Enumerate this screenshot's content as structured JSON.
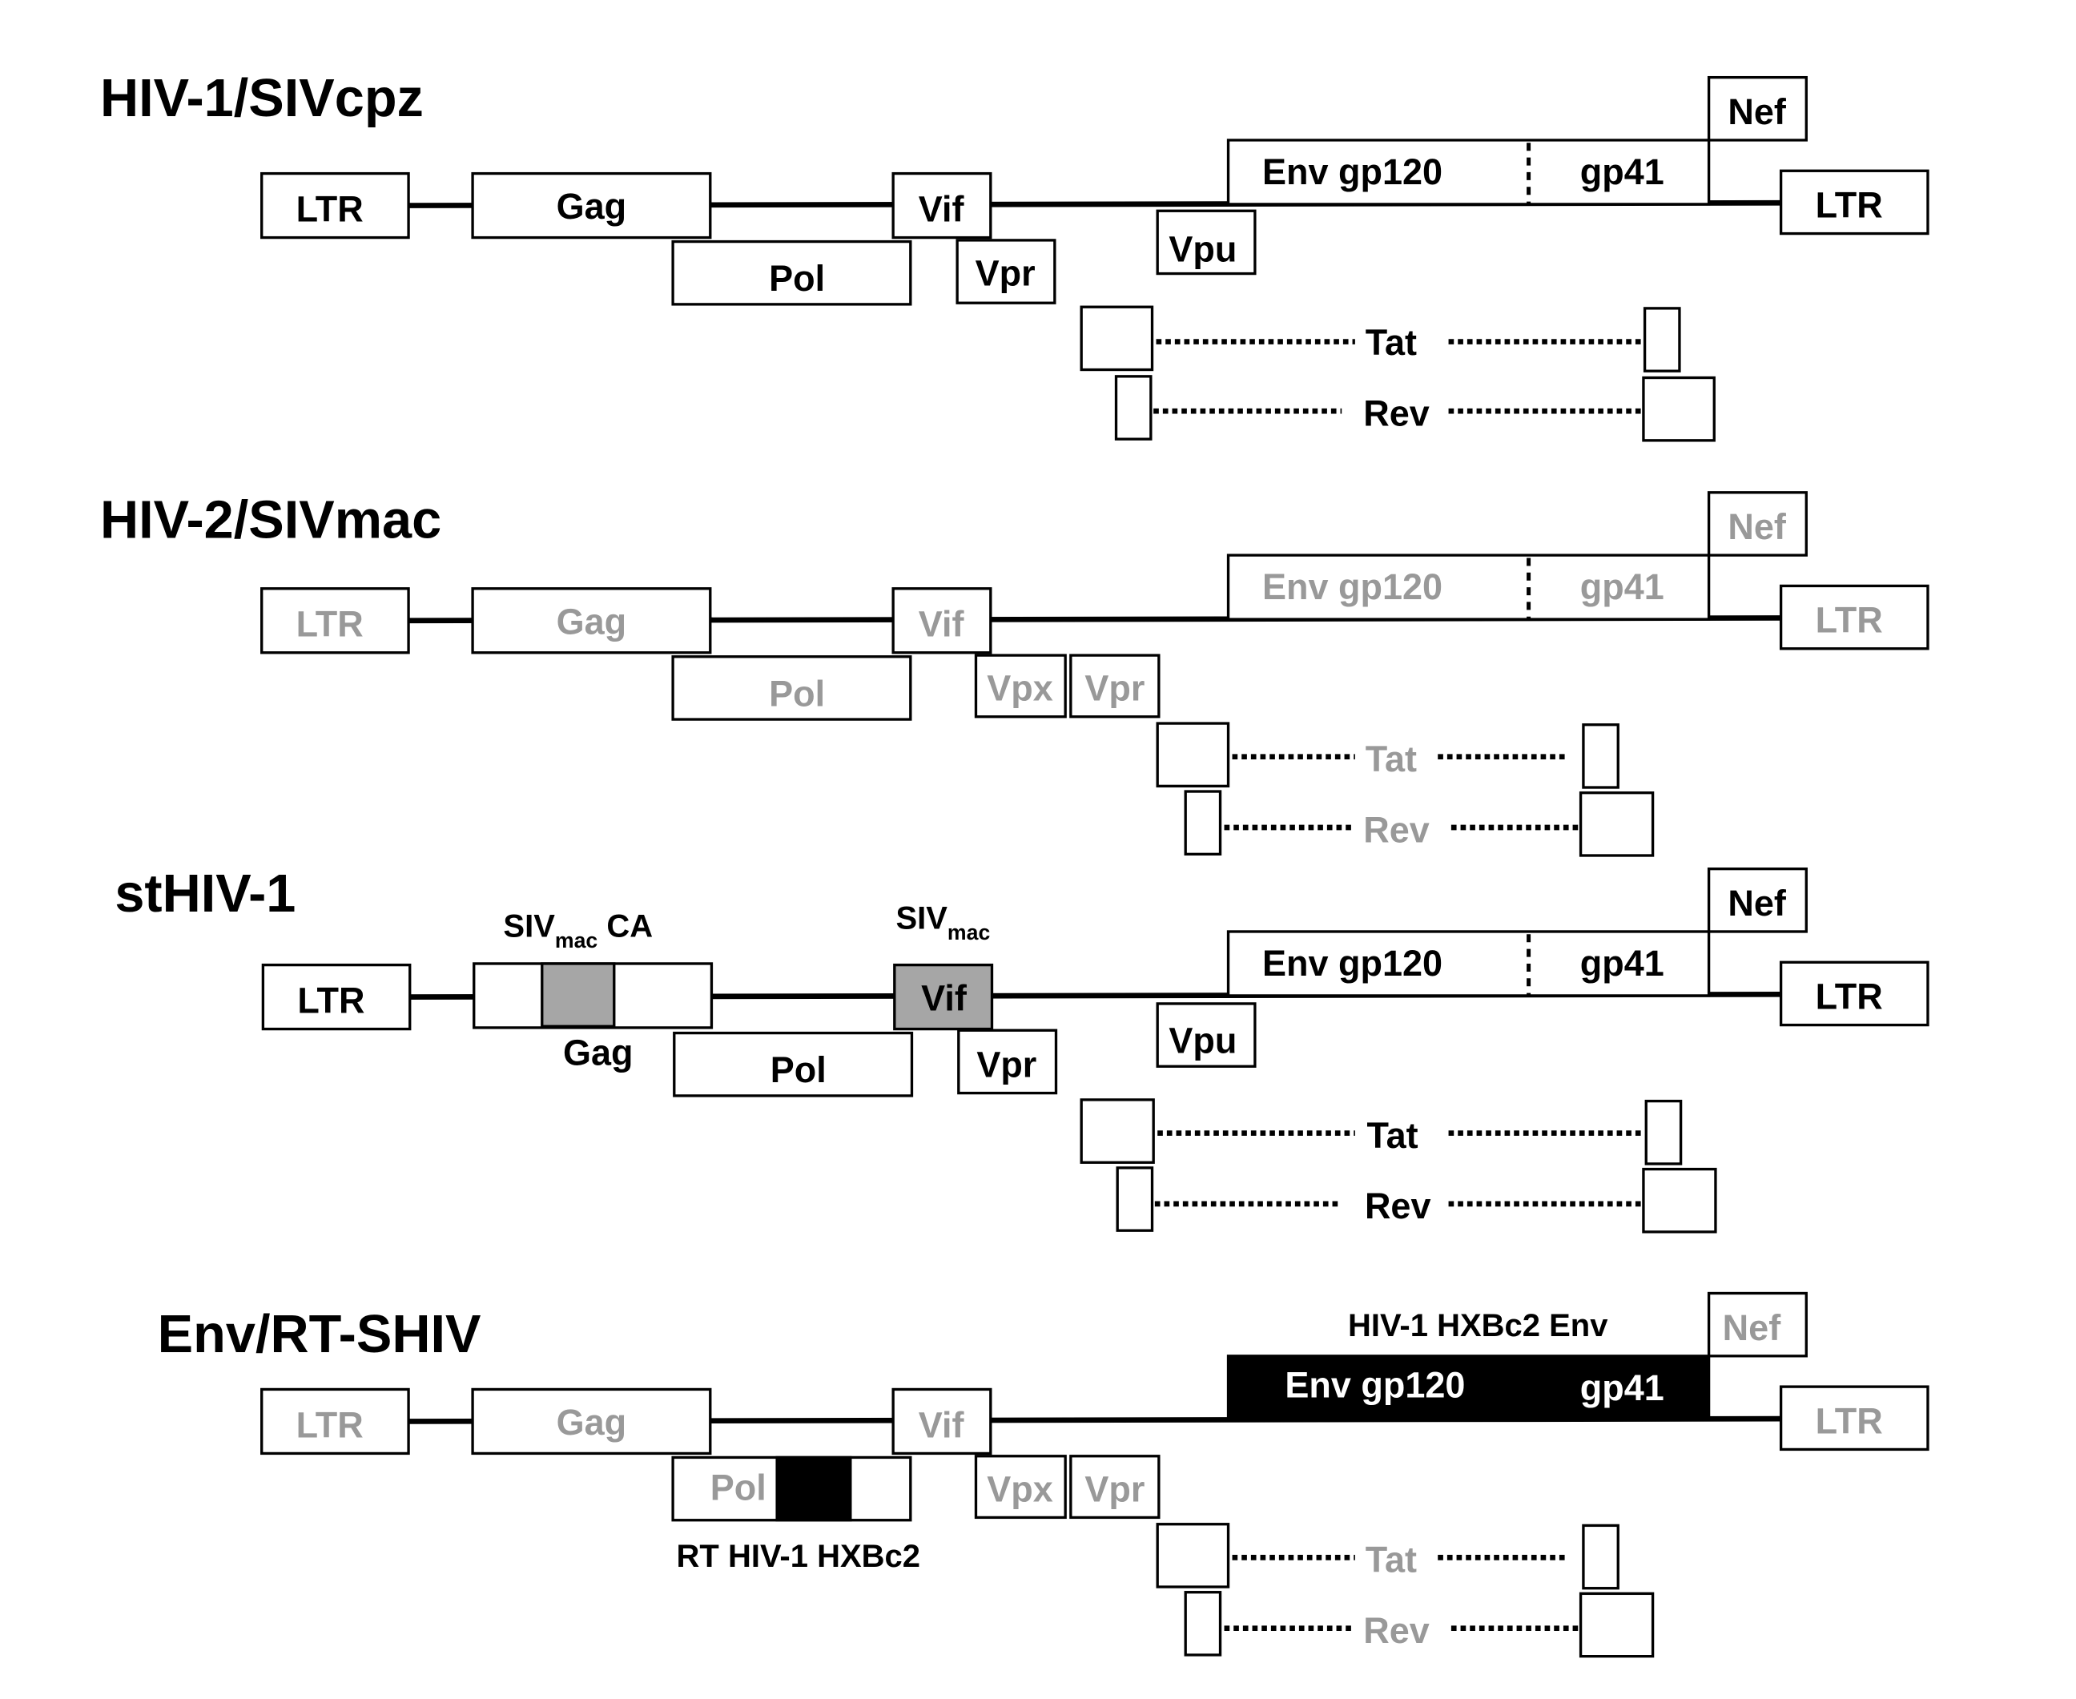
{
  "colors": {
    "black": "#000000",
    "gray_text": "#999999",
    "gray_fill": "#a6a6a6",
    "white": "#ffffff"
  },
  "genomes": [
    {
      "id": "hiv1",
      "title": "HIV-1/SIVcpz",
      "style": "black",
      "labels": {
        "ltr5": "LTR",
        "gag": "Gag",
        "pol": "Pol",
        "vif": "Vif",
        "vpr": "Vpr",
        "vpu": "Vpu",
        "env": "Env gp120",
        "gp41": "gp41",
        "nef": "Nef",
        "ltr3": "LTR",
        "tat": "Tat",
        "rev": "Rev"
      }
    },
    {
      "id": "hiv2",
      "title": "HIV-2/SIVmac",
      "style": "gray",
      "labels": {
        "ltr5": "LTR",
        "gag": "Gag",
        "pol": "Pol",
        "vif": "Vif",
        "vpx": "Vpx",
        "vpr": "Vpr",
        "env": "Env gp120",
        "gp41": "gp41",
        "nef": "Nef",
        "ltr3": "LTR",
        "tat": "Tat",
        "rev": "Rev"
      }
    },
    {
      "id": "sthiv1",
      "title": "stHIV-1",
      "style": "black",
      "labels": {
        "ltr5": "LTR",
        "gag": "Gag",
        "pol": "Pol",
        "vif": "Vif",
        "vpr": "Vpr",
        "vpu": "Vpu",
        "env": "Env gp120",
        "gp41": "gp41",
        "nef": "Nef",
        "ltr3": "LTR",
        "tat": "Tat",
        "rev": "Rev",
        "ca_annot_main": "SIV",
        "ca_annot_sub": "mac",
        "ca_annot_suffix": " CA",
        "vif_annot_main": "SIV",
        "vif_annot_sub": "mac"
      }
    },
    {
      "id": "shiv",
      "title": "Env/RT-SHIV",
      "style": "gray",
      "labels": {
        "ltr5": "LTR",
        "gag": "Gag",
        "pol": "Pol",
        "vif": "Vif",
        "vpx": "Vpx",
        "vpr": "Vpr",
        "env": "Env gp120",
        "gp41": "gp41",
        "nef": "Nef",
        "ltr3": "LTR",
        "tat": "Tat",
        "rev": "Rev",
        "env_annot": "HIV-1 HXBc2 Env",
        "rt_annot": "RT HIV-1 HXBc2"
      }
    }
  ]
}
